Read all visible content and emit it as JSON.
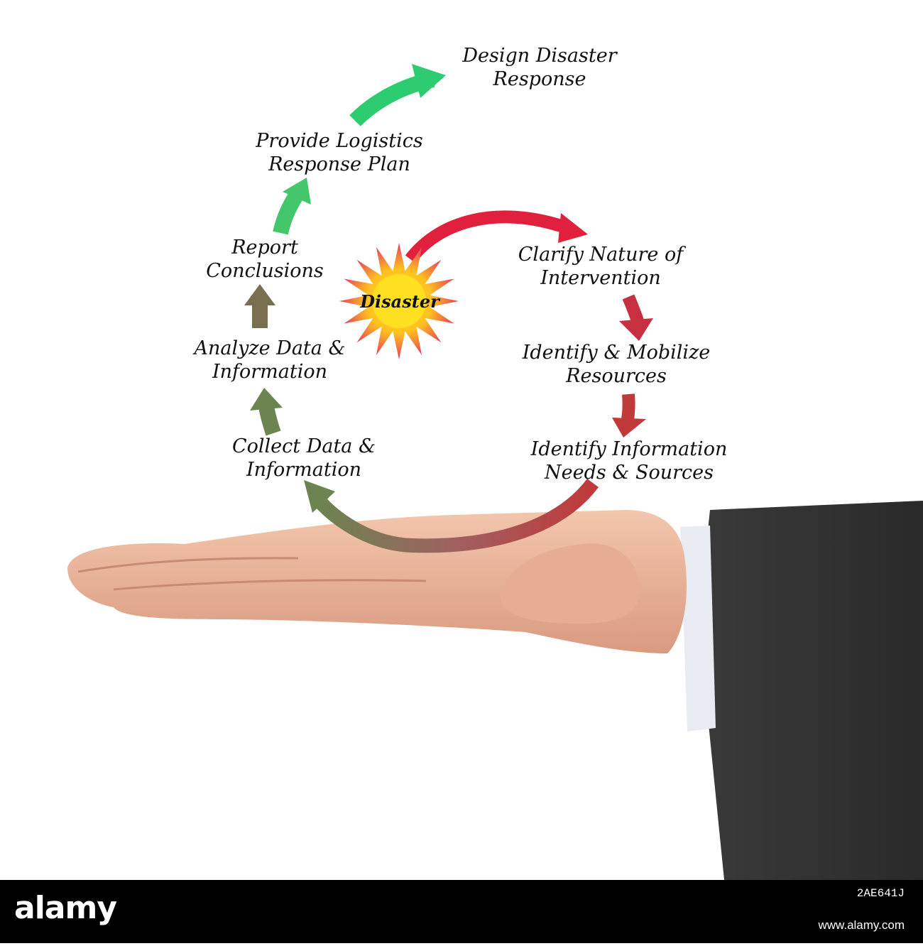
{
  "center": {
    "label": "Disaster"
  },
  "steps": [
    {
      "id": "design",
      "lines": [
        "Design Disaster",
        "Response"
      ]
    },
    {
      "id": "logistics",
      "lines": [
        "Provide Logistics",
        "Response Plan"
      ]
    },
    {
      "id": "report",
      "lines": [
        "Report",
        "Conclusions"
      ]
    },
    {
      "id": "analyze",
      "lines": [
        "Analyze Data &",
        "Information"
      ]
    },
    {
      "id": "collect",
      "lines": [
        "Collect Data &",
        "Information"
      ]
    },
    {
      "id": "clarify",
      "lines": [
        "Clarify Nature of",
        "Intervention"
      ]
    },
    {
      "id": "mobilize",
      "lines": [
        "Identify & Mobilize",
        "Resources"
      ]
    },
    {
      "id": "info-needs",
      "lines": [
        "Identify Information",
        "Needs & Sources"
      ]
    }
  ],
  "colors": {
    "green": "#2ecc71",
    "olive": "#7a6e50",
    "olive_green": "#6b8450",
    "red": "#e0203c",
    "dark_red": "#c0393b",
    "burst_outer": "#e53c5c",
    "burst_inner": "#ffe020"
  },
  "footer": {
    "brand": "alamy",
    "image_id": "2AE641J",
    "url": "www.alamy.com"
  }
}
